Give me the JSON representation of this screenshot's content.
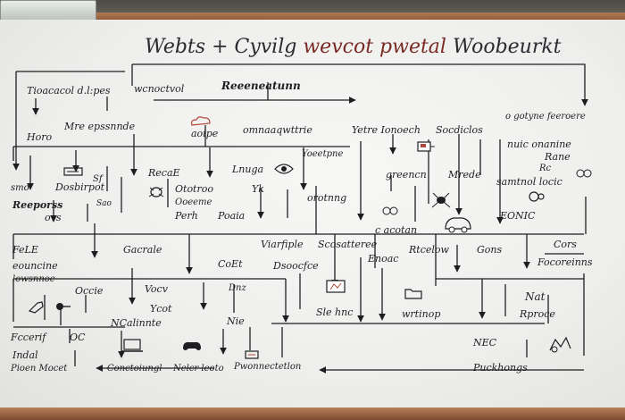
{
  "title": {
    "part1": "Webts",
    "part2": "+ Cyvilg",
    "part3": "wevcot pwetal",
    "part4": "Woobeurkt"
  },
  "labels": {
    "l01": "Tioacacol d.l:pes",
    "l02": "wcnoctvol",
    "l03": "Reeeneatunn",
    "l04": "Horo",
    "l05": "Mre epssnnde",
    "l06": "aoipe",
    "l07": "omnaaqwttrie",
    "l08": "Yetre Ionoech",
    "l09": "Socdiclos",
    "l10": "o gotyne feeroere",
    "l11": "nuic onanine",
    "l12": "Rane",
    "l13": "Rc",
    "l14": "Yoeetpne",
    "l15": "smo",
    "l16": "Dosbirpot",
    "l17": "RecaE",
    "l18": "Lnuga",
    "l19": "Ototroo",
    "l20": "Ooeeme",
    "l21": "Yk",
    "l22": "orotnng",
    "l23": "greencn",
    "l24": "Mrede",
    "l25": "samtnol locic",
    "l26": "Sf",
    "l27": "Reeporss",
    "l28": "ovs",
    "l29": "Perh",
    "l30": "Poaia",
    "l31": "EONIC",
    "l32": "c acotan",
    "l33": "FeLE",
    "l34": "eouncine",
    "l35": "lowsnnoe",
    "l36": "Gacrale",
    "l37": "Viarfiple",
    "l38": "Scosatteree",
    "l39": "Rtcelow",
    "l40": "Gons",
    "l41": "Cors",
    "l42": "Focoreinns",
    "l43": "CoEt",
    "l44": "Dsoocfce",
    "l45": "Enoac",
    "l46": "Occie",
    "l47": "Vocv",
    "l48": "Dnz",
    "l49": "Ycot",
    "l50": "Nat",
    "l51": "Rproce",
    "l52": "NCalinnte",
    "l53": "Nie",
    "l54": "Sle hnc",
    "l55": "wrtinop",
    "l56": "Fccerif",
    "l57": "OC",
    "l58": "NEC",
    "l59": "Indal",
    "l60": "Pioen Mocet",
    "l61": "Conctoiungl",
    "l62": "Nelcr leoto",
    "l63": "Pwonnectetlon",
    "l64": "Puckhongs",
    "l65": "Sao"
  }
}
